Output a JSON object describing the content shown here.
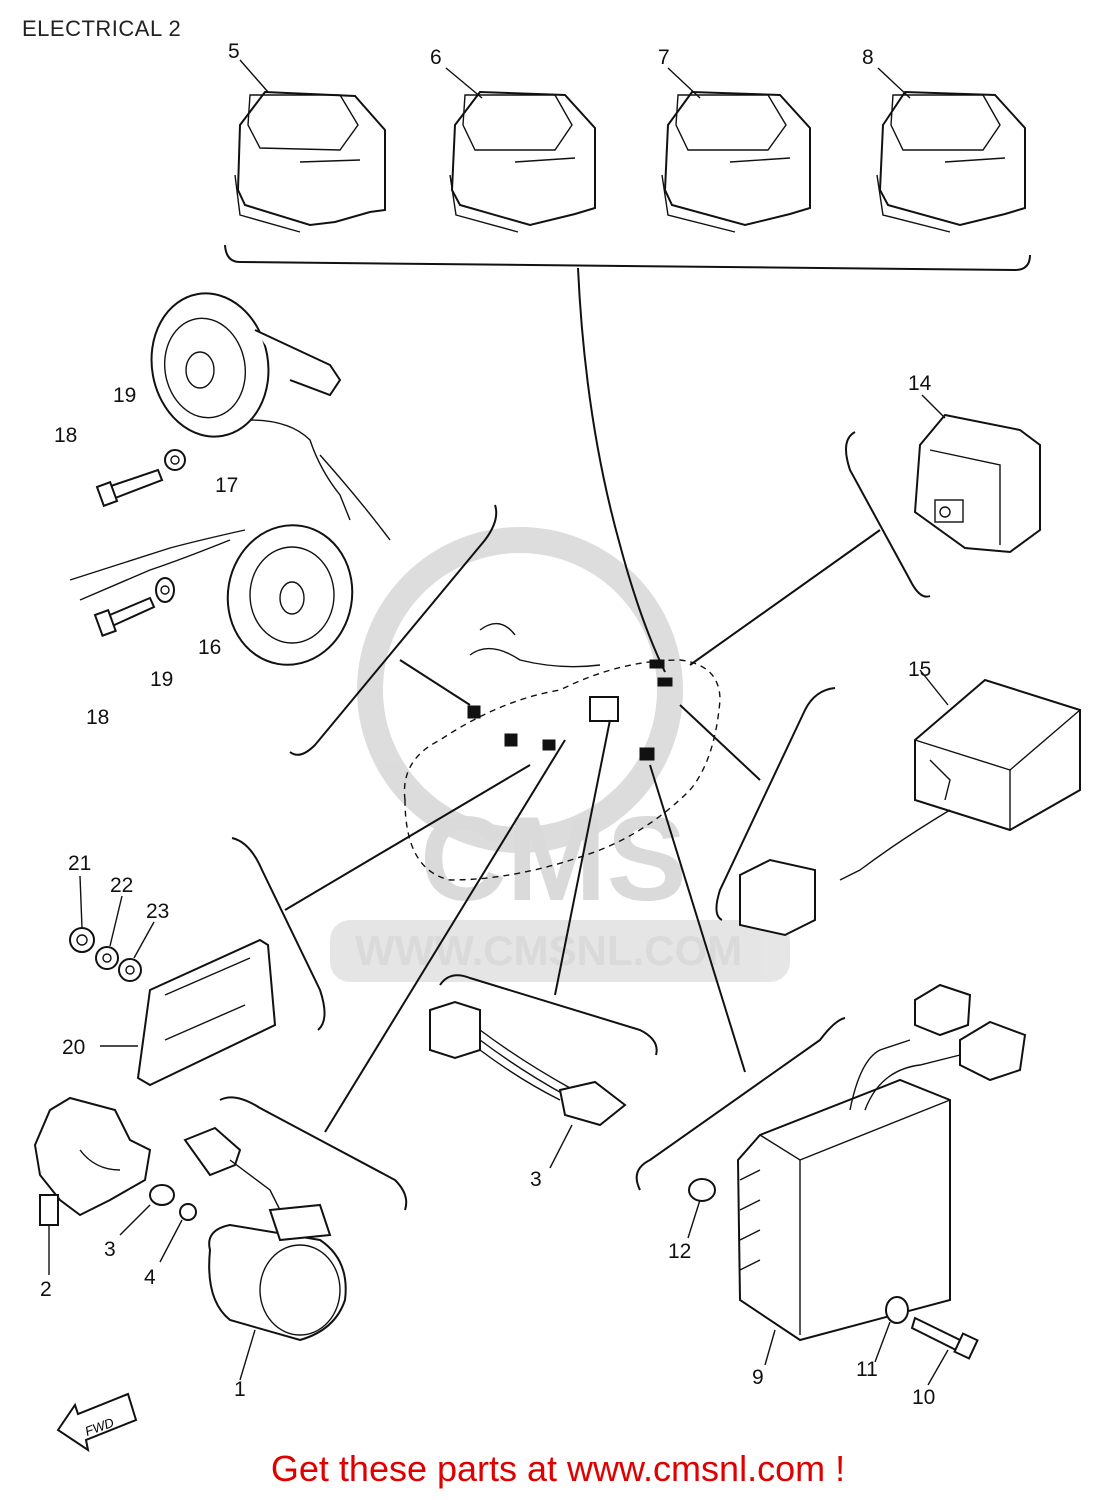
{
  "header": {
    "title": "ELECTRICAL 2"
  },
  "footer": {
    "text": "Get these parts at www.cmsnl.com !"
  },
  "watermark": {
    "text": "WWW.CMSNL.COM",
    "logo": "CMS"
  },
  "fwd_arrow": {
    "label": "FWD"
  },
  "callouts": {
    "c1": "1",
    "c2": "2",
    "c3": "3",
    "c3b": "3",
    "c4": "4",
    "c5": "5",
    "c6": "6",
    "c7": "7",
    "c8": "8",
    "c9": "9",
    "c10": "10",
    "c11": "11",
    "c12": "12",
    "c14": "14",
    "c15": "15",
    "c16": "16",
    "c17": "17",
    "c18a": "18",
    "c18b": "18",
    "c19a": "19",
    "c19b": "19",
    "c20": "20",
    "c21": "21",
    "c22": "22",
    "c23": "23"
  },
  "colors": {
    "line": "#111111",
    "footer": "#e00000",
    "watermark": "#d6d6d6"
  }
}
